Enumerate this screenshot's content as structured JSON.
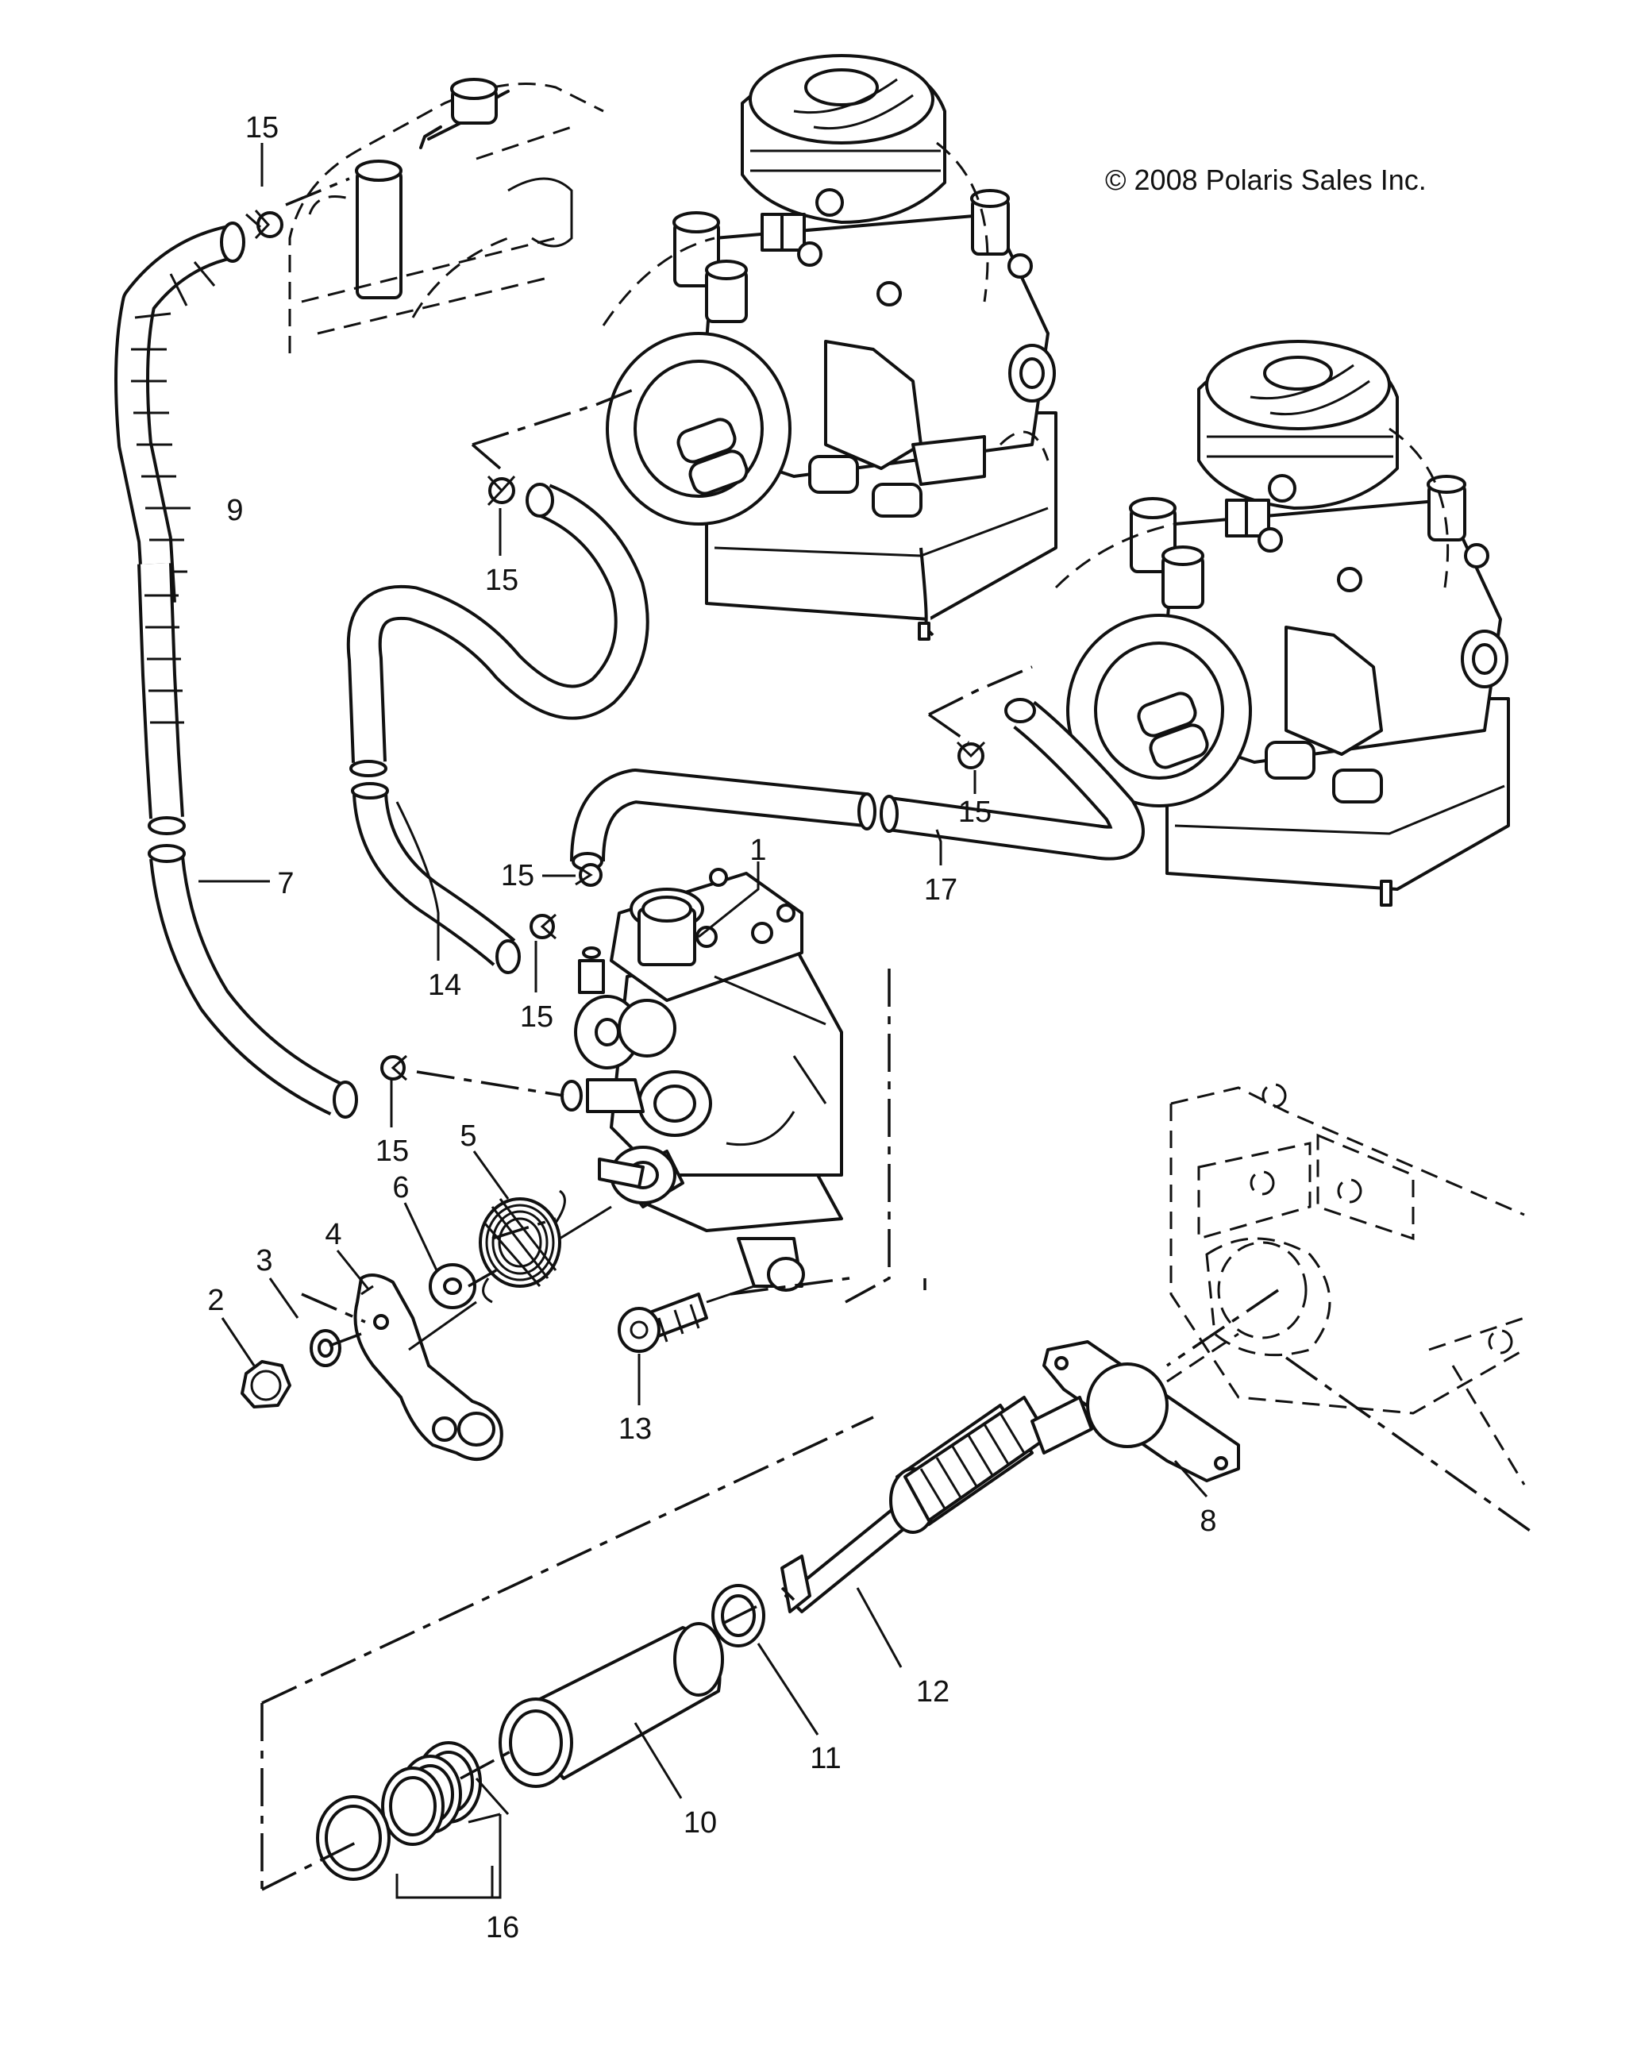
{
  "copyright": "© 2008 Polaris Sales Inc.",
  "callouts": [
    "1",
    "2",
    "3",
    "4",
    "5",
    "6",
    "7",
    "8",
    "9",
    "10",
    "11",
    "12",
    "13",
    "14",
    "15",
    "15",
    "15",
    "15",
    "15",
    "15",
    "16",
    "17"
  ],
  "colors": {
    "line": "#111111",
    "background": "#ffffff"
  }
}
